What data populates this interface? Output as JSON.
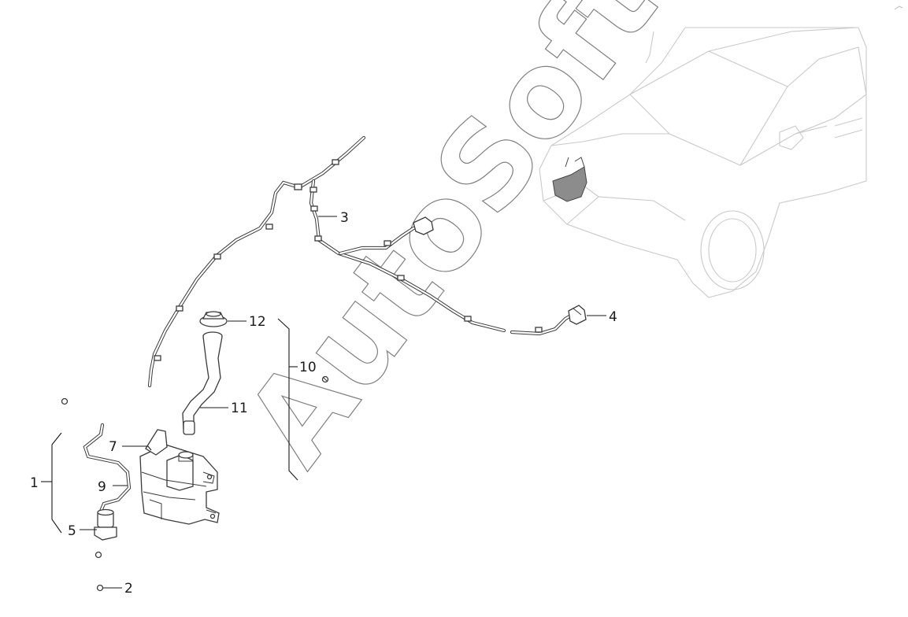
{
  "watermark": "AutoSoft",
  "callouts": {
    "c1": "1",
    "c2": "2",
    "c3": "3",
    "c4": "4",
    "c5": "5",
    "c7": "7",
    "c9": "9",
    "c10": "10",
    "c11": "11",
    "c12": "12"
  },
  "colors": {
    "line": "#3a3a3a",
    "car_outline": "#c9c9c9",
    "highlight": "#8c8c8c"
  }
}
